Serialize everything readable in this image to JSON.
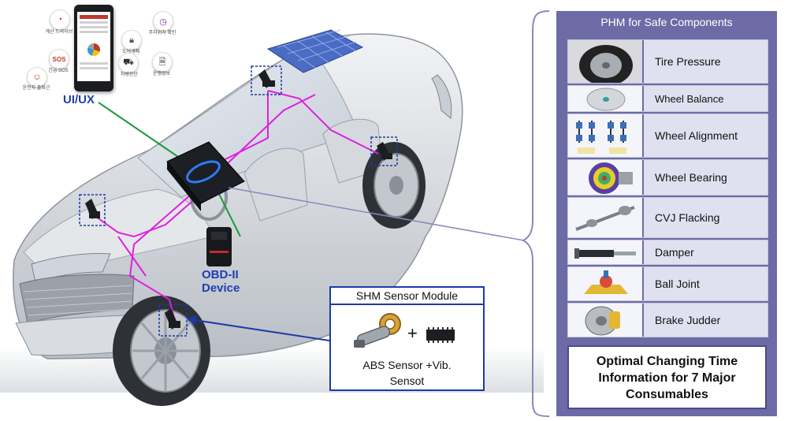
{
  "phone": {
    "apps": [
      {
        "icon": "gauge-icon",
        "label": "계산 드라이브"
      },
      {
        "icon": "sos-icon",
        "label": "긴급 SOS"
      },
      {
        "icon": "person-icon",
        "label": "운전자 출퇴근"
      },
      {
        "icon": "timer-icon",
        "label": "주차위치 확인"
      },
      {
        "icon": "lock-icon",
        "label": "도어개폐"
      },
      {
        "icon": "car-icon",
        "label": "차량진단"
      },
      {
        "icon": "document-icon",
        "label": "운행정보"
      }
    ]
  },
  "labels": {
    "ui_ux": "UI/UX",
    "obd_line1": "OBD-II",
    "obd_line2": "Device"
  },
  "shm": {
    "title": "SHM Sensor Module",
    "plus": "+",
    "caption_line1": "ABS Sensor +Vib.",
    "caption_line2": "Sensot"
  },
  "panel": {
    "title": "PHM  for Safe Components",
    "components": [
      {
        "label": "Tire Pressure",
        "thumb": "tire-icon"
      },
      {
        "label": "Wheel Balance",
        "thumb": "wheel-balance-icon"
      },
      {
        "label": "Wheel Alignment",
        "thumb": "alignment-icon"
      },
      {
        "label": "Wheel Bearing",
        "thumb": "bearing-icon"
      },
      {
        "label": "CVJ Flacking",
        "thumb": "cv-joint-icon"
      },
      {
        "label": "Damper",
        "thumb": "damper-icon"
      },
      {
        "label": "Ball Joint",
        "thumb": "ball-joint-icon"
      },
      {
        "label": "Brake Judder",
        "thumb": "brake-icon"
      }
    ],
    "optimal_line1": "Optimal Changing Time",
    "optimal_line2": "Information for 7 Major",
    "optimal_line3": "Consumables"
  },
  "colors": {
    "panel_bg": "#6d6ba6",
    "row_bg": "#dfe1f1",
    "wire_magenta": "#e020e0",
    "wire_green": "#1d9a3a",
    "arrow_blue": "#1d3aa8"
  }
}
